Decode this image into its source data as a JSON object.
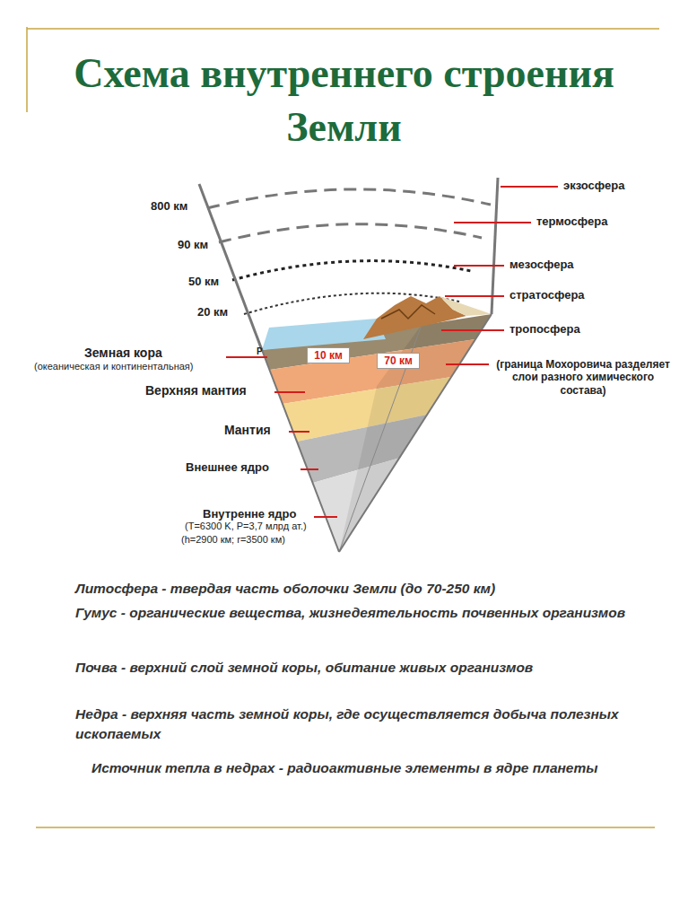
{
  "diagram": {
    "title": "Схема внутреннего строения Земли",
    "labels": [
      "800 км",
      "90 км",
      "50 км",
      "20 км",
      "Земная кора",
      "(океаническая и континентальная)",
      "Верхняя мантия",
      "Мантия",
      "Внешнее ядро",
      "Внутренне ядро",
      "(T=6300 K, P=3,7 млрд ат.)",
      "(h=2900 км; r=3500 км)",
      "10 км",
      "70 км",
      "экзосфера",
      "термосфера",
      "мезосфера",
      "стратосфера",
      "тропосфера",
      "(граница Мохоровича разделяет слои разного химического состава)",
      "P",
      "Литосфера - твердая часть оболочки Земли (до 70-250 км)",
      "Гумус - органические вещества, жизнедеятельность почвенных организмов",
      "Почва - верхний слой земной коры, обитание живых организмов",
      "Недра - верхняя часть земной коры, где осуществляется добыча полезных ископаемых",
      "Источник тепла в недрах - радиоактивные элементы в ядре планеты"
    ]
  }
}
